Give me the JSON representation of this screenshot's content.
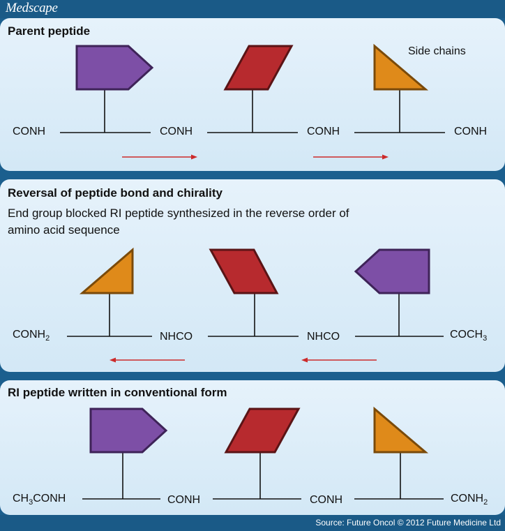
{
  "header": {
    "logo": "Medscape"
  },
  "panel1": {
    "title": "Parent peptide",
    "side_chains_label": "Side chains",
    "labels": [
      "CONH",
      "CONH",
      "CONH",
      "CONH"
    ]
  },
  "panel2": {
    "title": "Reversal of peptide bond and chirality",
    "subtitle_line1": "End group blocked RI peptide synthesized in the reverse order of",
    "subtitle_line2": "amino acid sequence",
    "left_label": {
      "main": "CONH",
      "sub": "2"
    },
    "mid_labels": [
      "NHCO",
      "NHCO"
    ],
    "right_label": {
      "main": "COCH",
      "sub": "3"
    }
  },
  "panel3": {
    "title": "RI peptide written in conventional form",
    "left_label": {
      "pre": "CH",
      "sub": "3",
      "post": "CONH"
    },
    "mid_labels": [
      "CONH",
      "CONH"
    ],
    "right_label": {
      "main": "CONH",
      "sub": "2"
    }
  },
  "footer": {
    "source": "Source: Future Oncol © 2012 Future Medicine Ltd"
  },
  "colors": {
    "purple": "#7d4fa6",
    "red": "#b72a2e",
    "orange": "#df8a1a",
    "arrow": "#cc2a2a",
    "background": "#1b5f8e"
  }
}
